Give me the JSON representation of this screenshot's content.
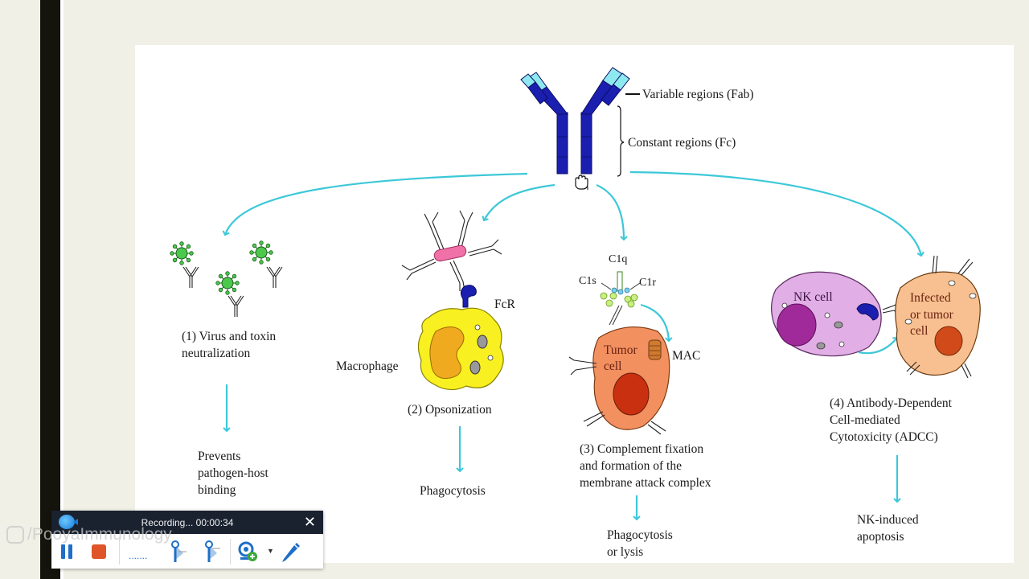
{
  "slide": {
    "diagram": {
      "antibody": {
        "variable_label": "Variable regions (Fab)",
        "constant_label": "Constant regions (Fc)"
      },
      "functions": [
        {
          "title_line1": "(1) Virus and toxin",
          "title_line2": "neutralization",
          "outcome_lines": [
            "Prevents",
            "pathogen-host",
            "binding"
          ]
        },
        {
          "cell_label": "Macrophage",
          "receptor_label": "FcR",
          "title_line1": "(2) Opsonization",
          "outcome_lines": [
            "Phagocytosis"
          ]
        },
        {
          "complement_labels": {
            "c1q": "C1q",
            "c1s": "C1s",
            "c1r": "C1r"
          },
          "cell_label_line1": "Tumor",
          "cell_label_line2": "cell",
          "mac_label": "MAC",
          "title_lines": [
            "(3) Complement fixation",
            "and formation of the",
            "membrane attack complex"
          ],
          "outcome_lines": [
            "Phagocytosis",
            "or lysis"
          ]
        },
        {
          "effector_label": "NK cell",
          "target_label_lines": [
            "Infected",
            "or tumor",
            "cell"
          ],
          "title_lines": [
            "(4) Antibody-Dependent",
            "Cell-mediated",
            "Cytotoxicity (ADCC)"
          ],
          "outcome_lines": [
            "NK-induced",
            "apoptosis"
          ]
        }
      ]
    }
  },
  "colors": {
    "arrow": "#3cc8d8",
    "antibody_dark": "#1a1fb0",
    "antibody_light": "#8ee8f0",
    "macrophage": "#f8f020",
    "tumor": "#f29060",
    "nk": "#e2aee6"
  },
  "watermark": {
    "text": "/PooyaImmunology",
    "icon": "instagram-icon"
  },
  "recorder": {
    "status": "Recording... 00:00:34",
    "icons": [
      "camera-icon",
      "close-icon",
      "pause-icon",
      "stop-icon",
      "dotted-line-icon",
      "marker-icon",
      "marker-icon",
      "webcam-add-icon",
      "dropdown-icon",
      "pen-icon"
    ]
  }
}
